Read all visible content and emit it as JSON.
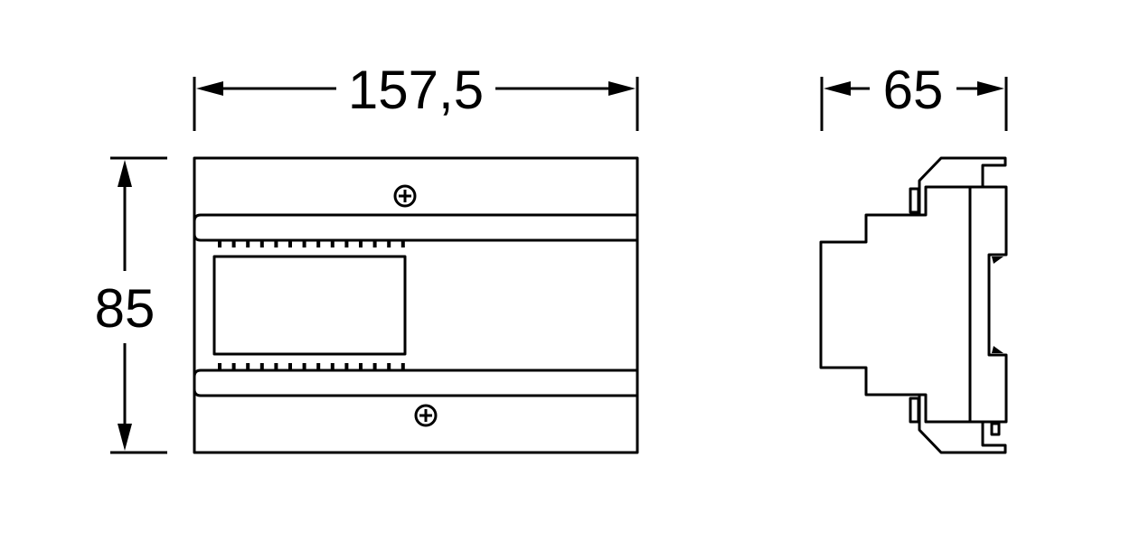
{
  "dimensions": {
    "width_front": "157,5",
    "depth_side": "65",
    "height": "85"
  },
  "colors": {
    "line": "#000000",
    "background": "#ffffff"
  }
}
